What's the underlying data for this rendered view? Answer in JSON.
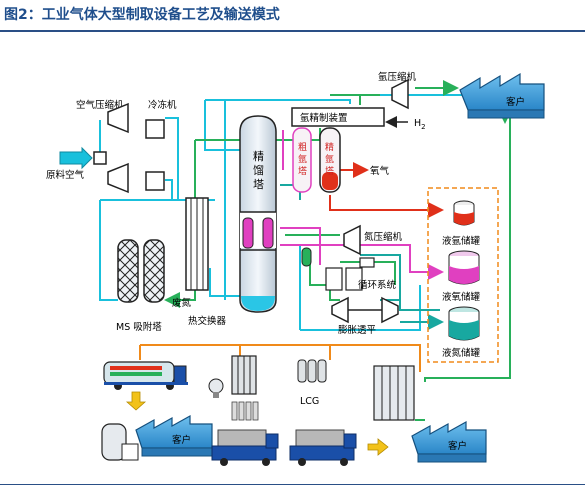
{
  "title": "图2：工业气体大型制取设备工艺及输送模式",
  "labels": {
    "air_compressor": "空气压缩机",
    "chiller": "冷冻机",
    "raw_air": "原料空气",
    "argon_compressor_top": "氩压缩机",
    "argon_refining": "氩精制装置",
    "h2": "H",
    "h2_sub": "2",
    "customer_top": "客户",
    "column_chars": [
      "精",
      "馏",
      "塔"
    ],
    "crude_argon_chars": [
      "粗",
      "氩",
      "塔"
    ],
    "pure_argon_chars": [
      "精",
      "氩",
      "塔"
    ],
    "oxygen": "氧气",
    "nitrogen_compressor": "氮压缩机",
    "cycle_system": "循环系统",
    "expander": "膨胀透平",
    "waste_nitrogen": "废氮",
    "heat_exchanger": "热交换器",
    "ms_tower": "MS 吸附塔",
    "tank_argon": "液氩储罐",
    "tank_oxygen": "液氧储罐",
    "tank_nitrogen": "液氮储罐",
    "lcg": "LCG",
    "customer_bottom_left": "客户",
    "customer_bottom_right": "客户"
  },
  "colors": {
    "title_blue": "#1f4e8c",
    "cyan_line": "#19c0dc",
    "green_line": "#28b05a",
    "magenta_line": "#e040c0",
    "red_line": "#e0301a",
    "orange_line": "#f08a1a",
    "teal_line": "#18a8a0",
    "column_fill": "#dfe8f0",
    "customer_fill": "#3aa0d8"
  }
}
